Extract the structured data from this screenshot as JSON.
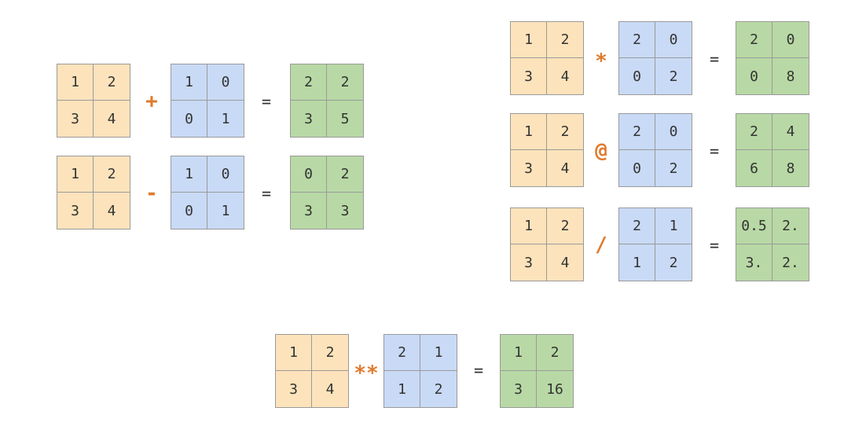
{
  "colors": {
    "left": "#fde3bb",
    "right": "#c9daf6",
    "result": "#b8d9a5",
    "operator": "#e07b2e"
  },
  "equations": [
    {
      "id": "add",
      "op": "+",
      "eq": "=",
      "a": [
        [
          "1",
          "2"
        ],
        [
          "3",
          "4"
        ]
      ],
      "b": [
        [
          "1",
          "0"
        ],
        [
          "0",
          "1"
        ]
      ],
      "r": [
        [
          "2",
          "2"
        ],
        [
          "3",
          "5"
        ]
      ]
    },
    {
      "id": "sub",
      "op": "-",
      "eq": "=",
      "a": [
        [
          "1",
          "2"
        ],
        [
          "3",
          "4"
        ]
      ],
      "b": [
        [
          "1",
          "0"
        ],
        [
          "0",
          "1"
        ]
      ],
      "r": [
        [
          "0",
          "2"
        ],
        [
          "3",
          "3"
        ]
      ]
    },
    {
      "id": "mul",
      "op": "*",
      "eq": "=",
      "a": [
        [
          "1",
          "2"
        ],
        [
          "3",
          "4"
        ]
      ],
      "b": [
        [
          "2",
          "0"
        ],
        [
          "0",
          "2"
        ]
      ],
      "r": [
        [
          "2",
          "0"
        ],
        [
          "0",
          "8"
        ]
      ]
    },
    {
      "id": "matmul",
      "op": "@",
      "eq": "=",
      "a": [
        [
          "1",
          "2"
        ],
        [
          "3",
          "4"
        ]
      ],
      "b": [
        [
          "2",
          "0"
        ],
        [
          "0",
          "2"
        ]
      ],
      "r": [
        [
          "2",
          "4"
        ],
        [
          "6",
          "8"
        ]
      ]
    },
    {
      "id": "div",
      "op": "/",
      "eq": "=",
      "a": [
        [
          "1",
          "2"
        ],
        [
          "3",
          "4"
        ]
      ],
      "b": [
        [
          "2",
          "1"
        ],
        [
          "1",
          "2"
        ]
      ],
      "r": [
        [
          "0.5",
          "2."
        ],
        [
          "3.",
          "2."
        ]
      ]
    },
    {
      "id": "pow",
      "op": "**",
      "eq": "=",
      "a": [
        [
          "1",
          "2"
        ],
        [
          "3",
          "4"
        ]
      ],
      "b": [
        [
          "2",
          "1"
        ],
        [
          "1",
          "2"
        ]
      ],
      "r": [
        [
          "1",
          "2"
        ],
        [
          "3",
          "16"
        ]
      ]
    }
  ]
}
